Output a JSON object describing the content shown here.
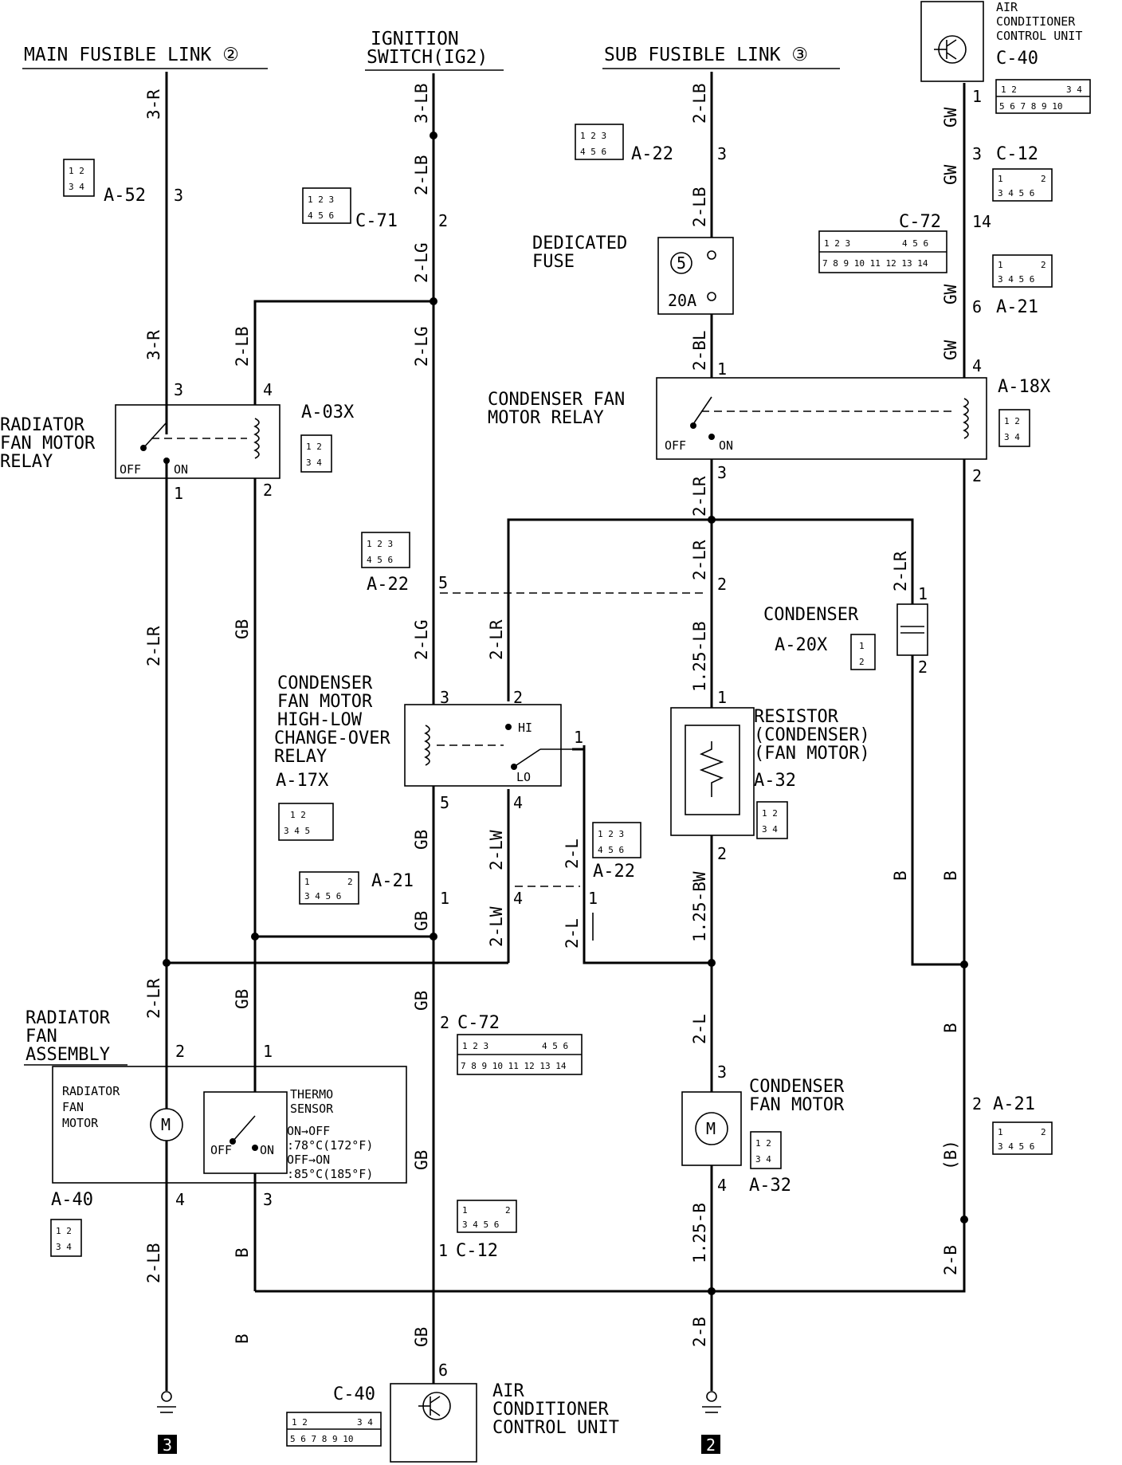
{
  "headers": {
    "main_link": "MAIN FUSIBLE LINK ②",
    "ign_1": "IGNITION",
    "ign_2": "SWITCH(IG2)",
    "sub_link": "SUB FUSIBLE LINK ③",
    "acu_top_1": "AIR",
    "acu_top_2": "CONDITIONER",
    "acu_top_3": "CONTROL UNIT",
    "acu_top_id": "C-40"
  },
  "wires": {
    "w1": "3-R",
    "w2": "3-LB",
    "w3": "2-LB",
    "w4": "2-LB",
    "w5": "2-LB",
    "w6": "2-LG",
    "w7": "3-R",
    "w8": "2-LB",
    "w9": "2-LG",
    "w10": "2-BL",
    "w11": "GW",
    "w12": "GW",
    "w13": "GW",
    "w14": "GW",
    "w15": "2-LR",
    "w16": "2-LR",
    "w17": "2-LR",
    "w18": "GB",
    "w19": "2-LG",
    "w20": "2-LR",
    "w21": "2-LR",
    "w22": "1.25-LB",
    "w23": "GB",
    "w24": "2-LW",
    "w25": "2-L",
    "w26": "GB",
    "w27": "2-LW",
    "w28": "2-L",
    "w29": "1.25-BW",
    "w30": "GB",
    "w31": "2-LR",
    "w32": "GB",
    "w33": "GB",
    "w34": "2-L",
    "w35": "B",
    "w36": "B",
    "w37": "B",
    "w38": "(B)",
    "w39": "2-LB",
    "w40": "B",
    "w41": "GB",
    "w42": "1.25-B",
    "w43": "2-B",
    "w44": "GB",
    "w45": "2-B",
    "w46": "B"
  },
  "connectors": {
    "a52": "A-52",
    "c71": "C-71",
    "a22_top": "A-22",
    "c12_top": "C-12",
    "c72_top": "C-72",
    "a21_top": "A-21",
    "a03x": "A-03X",
    "a18x": "A-18X",
    "a22_mid": "A-22",
    "a20x": "A-20X",
    "a17x": "A-17X",
    "a32_mid": "A-32",
    "a21_mid": "A-21",
    "a22_low": "A-22",
    "c72_low": "C-72",
    "a40": "A-40",
    "a32_low": "A-32",
    "a21_low": "A-21",
    "c12_low": "C-12",
    "c40_bot": "C-40"
  },
  "components": {
    "rad_relay_1": "RADIATOR",
    "rad_relay_2": "FAN MOTOR",
    "rad_relay_3": "RELAY",
    "off": "OFF",
    "on": "ON",
    "ded_fuse_1": "DEDICATED",
    "ded_fuse_2": "FUSE",
    "fuse_num": "5",
    "fuse_amp": "20A",
    "cond_relay_1": "CONDENSER FAN",
    "cond_relay_2": "MOTOR RELAY",
    "condenser": "CONDENSER",
    "hl_1": "CONDENSER",
    "hl_2": "FAN MOTOR",
    "hl_3": "HIGH-LOW",
    "hl_4": "CHANGE-OVER",
    "hl_5": "RELAY",
    "hi": "HI",
    "lo": "LO",
    "res_1": "RESISTOR",
    "res_2": "(CONDENSER)",
    "res_3": "(FAN MOTOR)",
    "rfa_1": "RADIATOR",
    "rfa_2": "FAN",
    "rfa_3": "ASSEMBLY",
    "rfm_1": "RADIATOR",
    "rfm_2": "FAN",
    "rfm_3": "MOTOR",
    "thermo_1": "THERMO",
    "thermo_2": "SENSOR",
    "t_spec_1": "ON→OFF",
    "t_spec_2": ":78°C(172°F)",
    "t_spec_3": "OFF→ON",
    "t_spec_4": ":85°C(185°F)",
    "cfm_1": "CONDENSER",
    "cfm_2": "FAN MOTOR",
    "motor": "M",
    "acu_bot_1": "AIR",
    "acu_bot_2": "CONDITIONER",
    "acu_bot_3": "CONTROL UNIT",
    "ground_3": "3",
    "ground_2": "2"
  },
  "pins": {
    "p_a52": "3",
    "p_c71": "2",
    "p_a22t": "3",
    "p_fuse": "1",
    "p_rr3": "3",
    "p_rr4": "4",
    "p_rr1": "1",
    "p_rr2": "2",
    "p_cr3": "3",
    "p_cr4": "4",
    "p_cr2": "2",
    "p_acu1": "1",
    "p_c12t": "3",
    "p_c72t": "14",
    "p_a21t": "6",
    "p_a22m": "5",
    "p_a22m2": "2",
    "p_cond1": "1",
    "p_cond2": "2",
    "p_hl3": "3",
    "p_hl2": "2",
    "p_hl1": "1",
    "p_hl5": "5",
    "p_hl4": "4",
    "p_res1": "1",
    "p_res2": "2",
    "p_a21m1": "1",
    "p_a21m4": "4",
    "p_a22l": "1",
    "p_c72l": "2",
    "p_rfa2": "2",
    "p_rfa1": "1",
    "p_rfa4": "4",
    "p_rfa3": "3",
    "p_cfm3": "3",
    "p_cfm4": "4",
    "p_a21l": "2",
    "p_c12l": "1",
    "p_acu6": "6"
  }
}
